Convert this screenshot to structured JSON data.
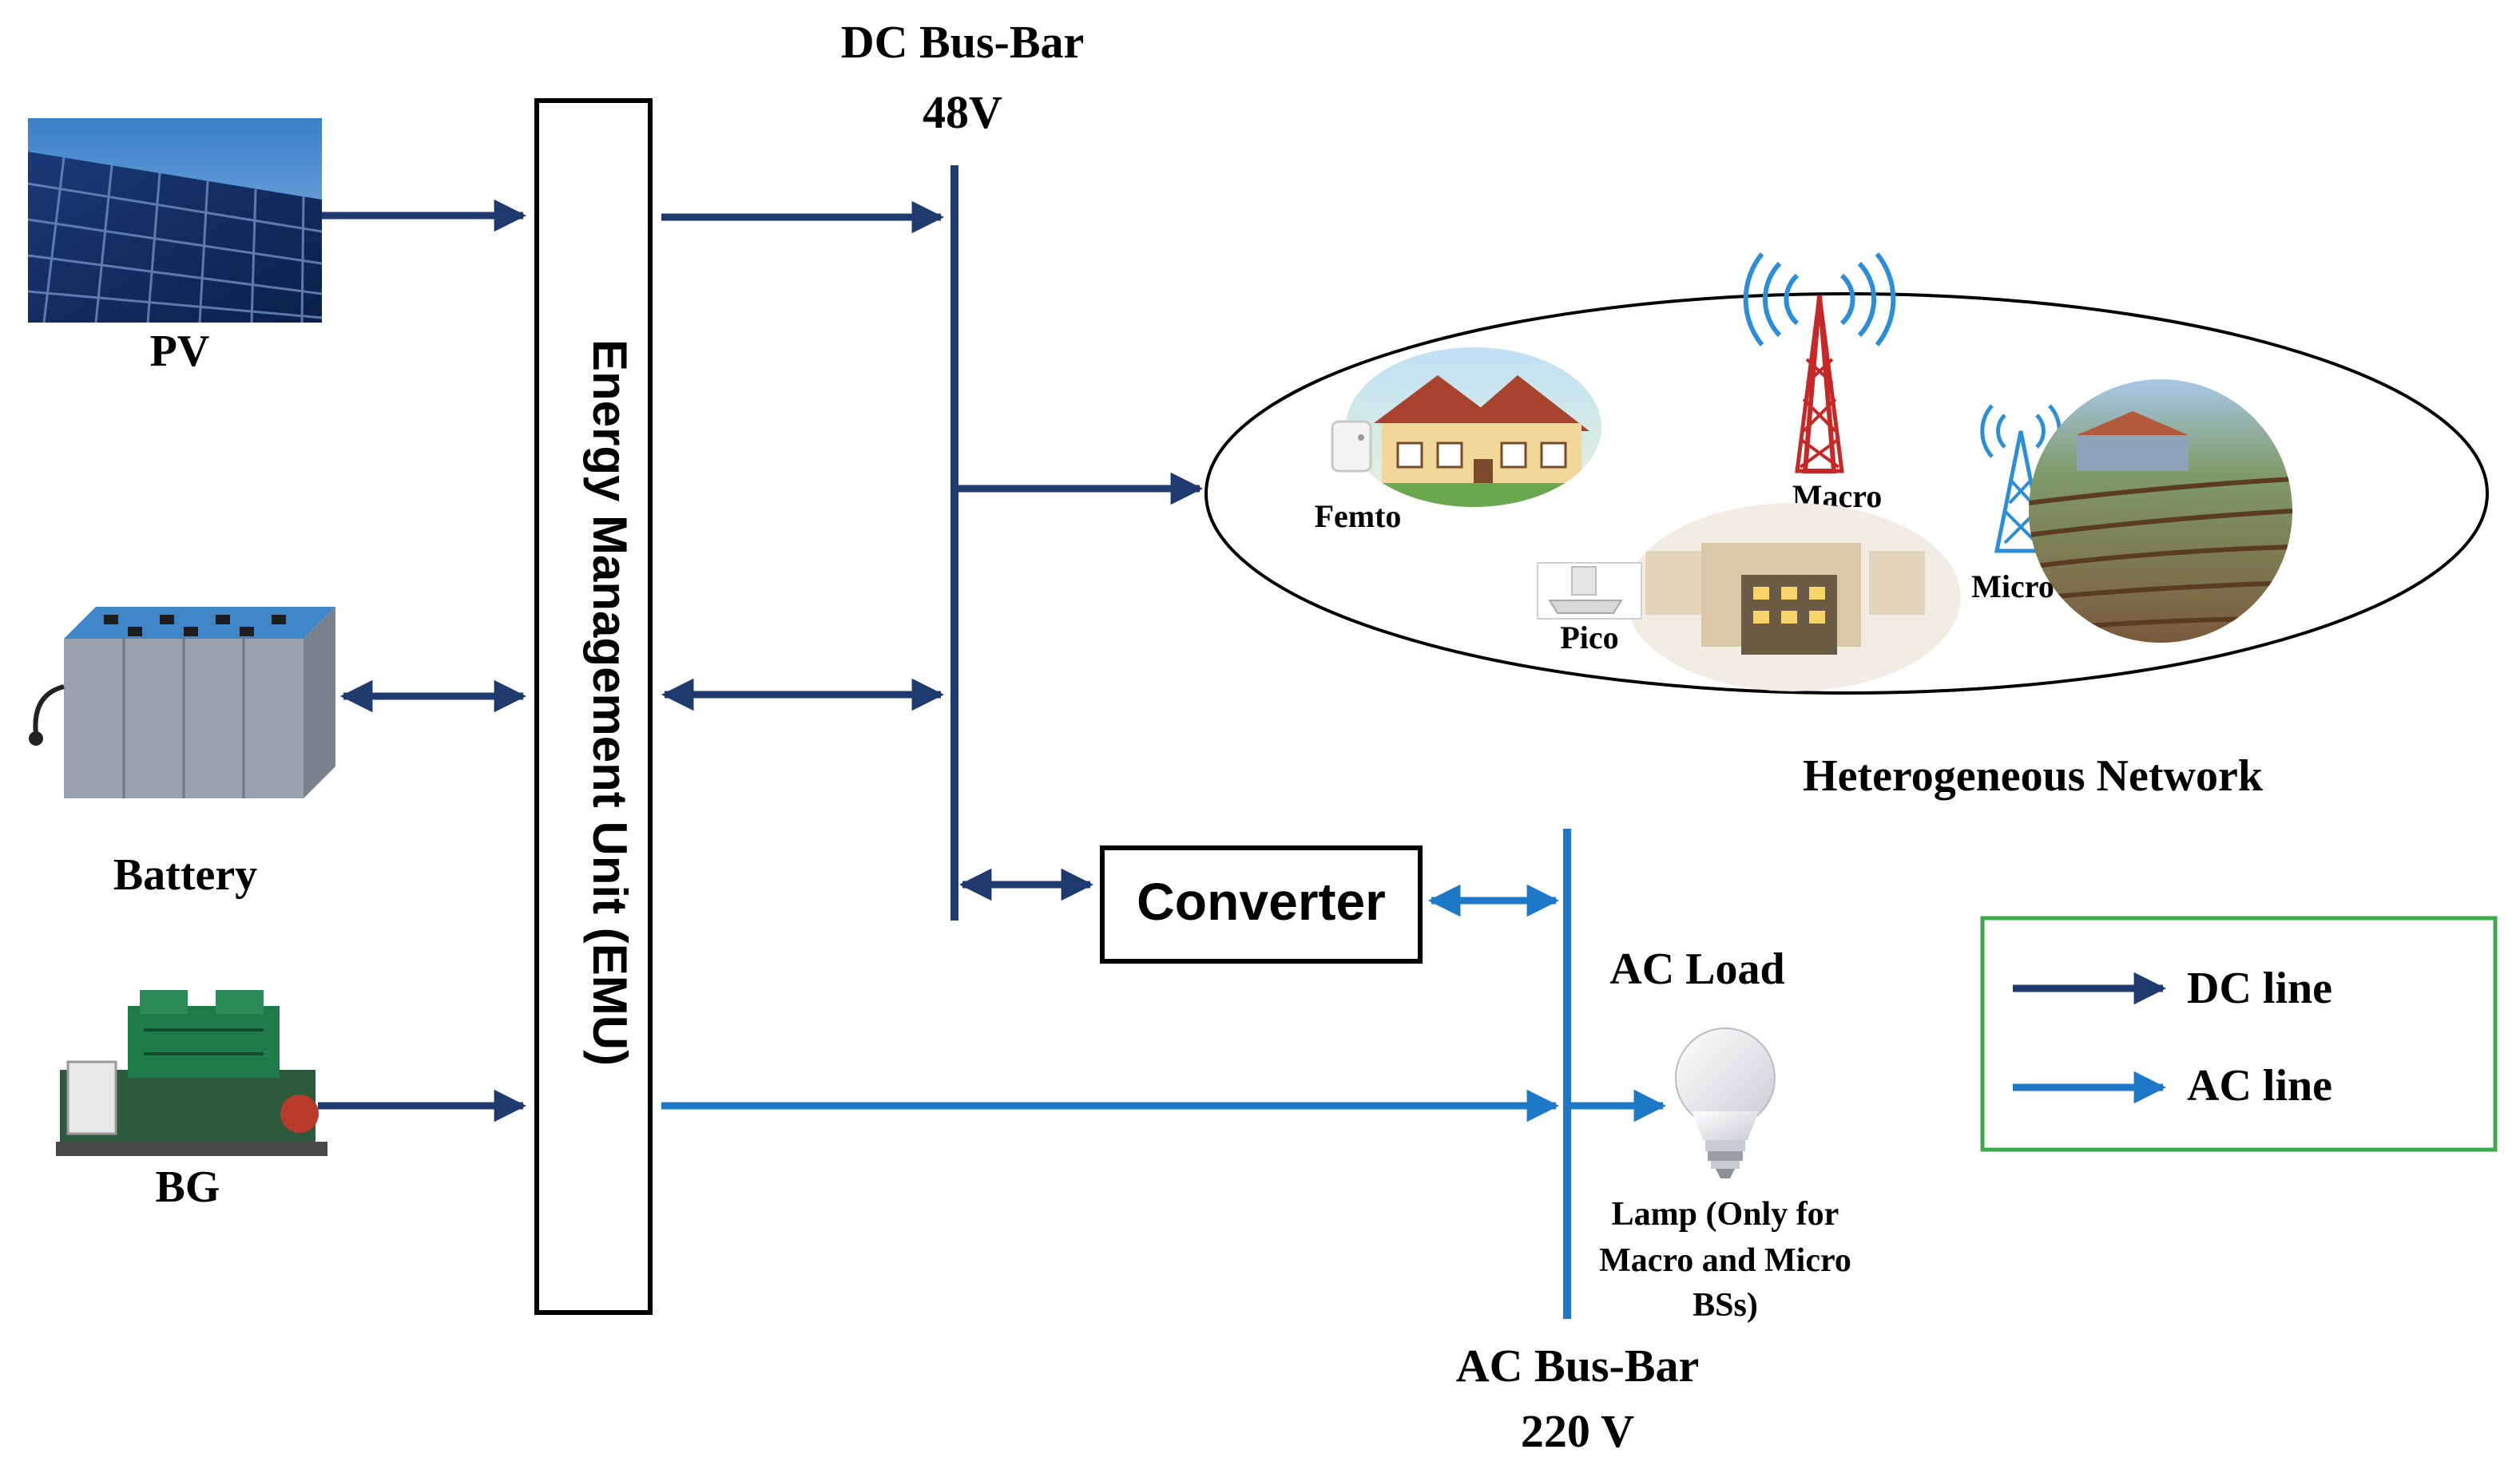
{
  "sources": {
    "pv": "PV",
    "battery": "Battery",
    "bg": "BG"
  },
  "emu": "Energy Management Unit (EMU)",
  "dc_bus": {
    "title": "DC Bus-Bar",
    "voltage": "48V"
  },
  "converter": "Converter",
  "ac_bus": {
    "title": "AC Bus-Bar",
    "voltage": "220 V"
  },
  "ac_load": "AC Load",
  "lamp": {
    "line1": "Lamp (Only for",
    "line2": "Macro and Micro",
    "line3": "BSs)"
  },
  "network": {
    "caption": "Heterogeneous Network",
    "femto": "Femto",
    "macro": "Macro",
    "pico": "Pico",
    "micro": "Micro"
  },
  "legend": {
    "dc": "DC line",
    "ac": "AC line"
  },
  "colors": {
    "dc_line": "#1f3a6e",
    "ac_line": "#1e78c8",
    "legend_border": "#3aaa4a"
  }
}
